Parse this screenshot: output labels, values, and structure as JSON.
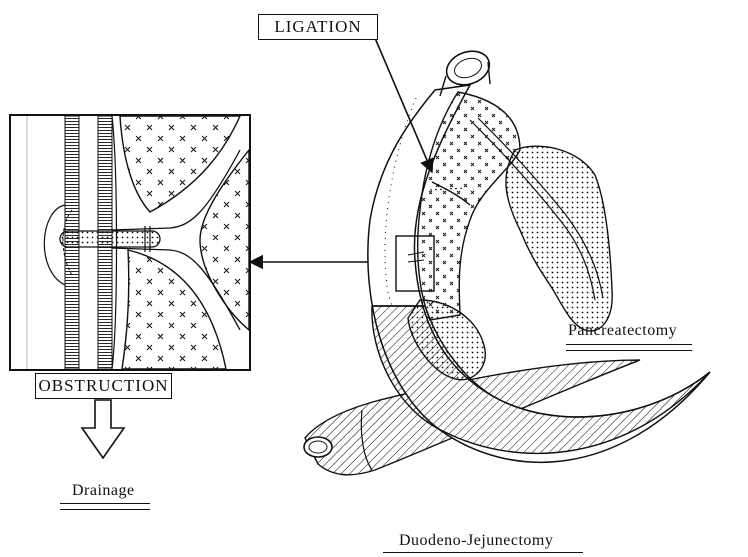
{
  "labels": {
    "ligation": "LIGATION",
    "obstruction": "OBSTRUCTION",
    "pancreatectomy": "Pancreatectomy",
    "drainage": "Drainage",
    "duodeno_jejunectomy": "Duodeno-Jejunectomy"
  },
  "colors": {
    "ink": "#111111",
    "background": "#ffffff"
  }
}
